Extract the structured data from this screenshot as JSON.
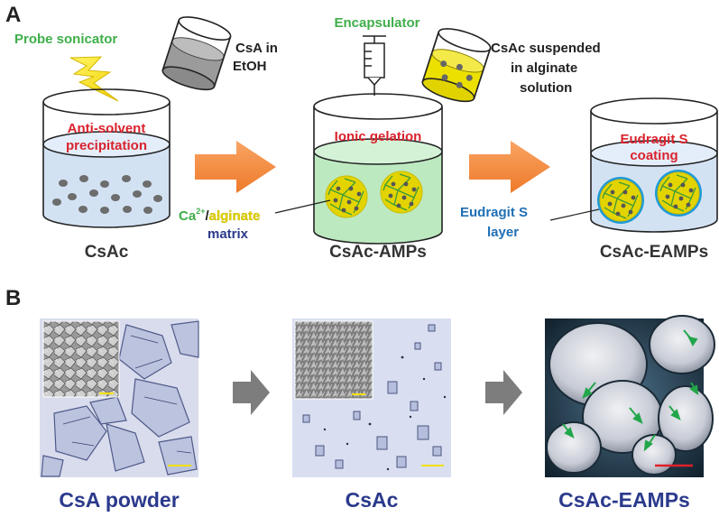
{
  "panel_a": {
    "label": "A",
    "probe_sonicator": "Probe sonicator",
    "csa_in": "CsA in",
    "etoh": "EtOH",
    "anti_solvent": "Anti-solvent",
    "precipitation": "precipitation",
    "csac": "CsAc",
    "encapsulator": "Encapsulator",
    "ionic_gelation": "Ionic gelation",
    "ca_prefix": "Ca",
    "ca_superscript": "2+",
    "slash": "/",
    "alginate": "alginate",
    "matrix": "matrix",
    "csac_amps": "CsAc-AMPs",
    "csac_suspended": "CsAc suspended",
    "in_alginate": "in alginate",
    "solution": "solution",
    "eudragit_line1": "Eudragit S",
    "eudragit_line2": "coating",
    "eudragit_layer_line1": "Eudragit S",
    "eudragit_layer_line2": "layer",
    "csac_eamps": "CsAc-EAMPs"
  },
  "panel_b": {
    "label": "B",
    "csa_powder": "CsA powder",
    "csac": "CsAc",
    "csac_eamps": "CsAc-EAMPs"
  },
  "colors": {
    "green_text": "#3fae49",
    "red_text": "#d9232e",
    "blue_text": "#1f6fb5",
    "navy_text": "#2b3a8c",
    "dark_text": "#222222",
    "alginate_yellow": "#e3d400",
    "arrow_orange": "#f58b3a",
    "arrow_gray": "#7d7d7d"
  }
}
